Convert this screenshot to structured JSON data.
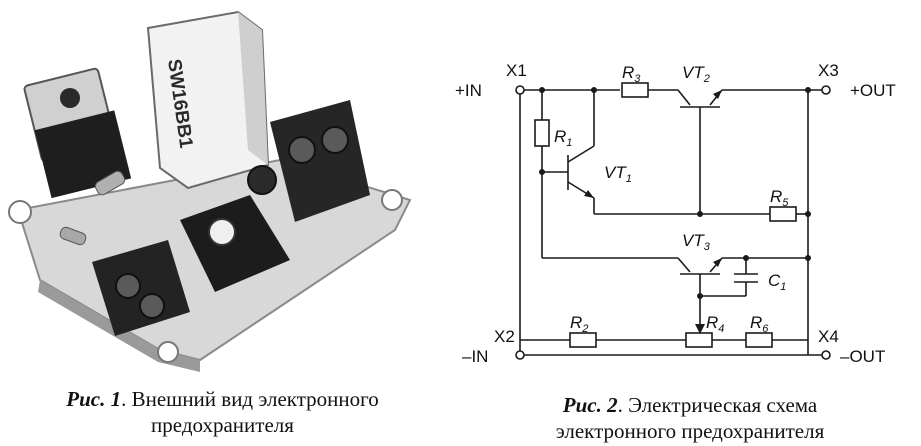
{
  "figure_1": {
    "caption_fig": "Рис. 1",
    "caption_line1": ". Внешний вид электронного",
    "caption_line2": "предохранителя",
    "device_marking": "SW16BB1"
  },
  "figure_2": {
    "caption_fig": "Рис. 2",
    "caption_line1": ". Электрическая схема",
    "caption_line2": "электронного предохранителя",
    "terminals": {
      "x1": "X1",
      "x2": "X2",
      "x3": "X3",
      "x4": "X4",
      "plus_in": "+IN",
      "minus_in": "–IN",
      "plus_out": "+OUT",
      "minus_out": "–OUT"
    },
    "components": {
      "r1": {
        "main": "R",
        "sub": "1"
      },
      "r2": {
        "main": "R",
        "sub": "2"
      },
      "r3": {
        "main": "R",
        "sub": "3"
      },
      "r4": {
        "main": "R",
        "sub": "4"
      },
      "r5": {
        "main": "R",
        "sub": "5"
      },
      "r6": {
        "main": "R",
        "sub": "6"
      },
      "vt1": {
        "main": "VT",
        "sub": "1"
      },
      "vt2": {
        "main": "VT",
        "sub": "2"
      },
      "vt3": {
        "main": "VT",
        "sub": "3"
      },
      "c1": {
        "main": "C",
        "sub": "1"
      }
    }
  }
}
